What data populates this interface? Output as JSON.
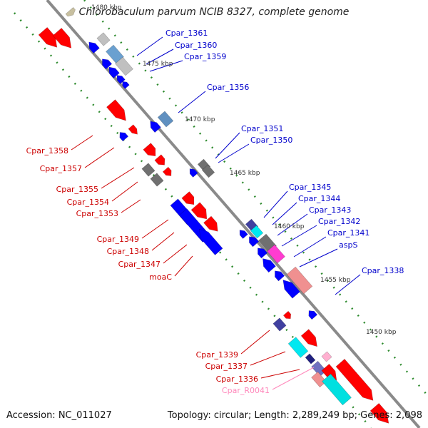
{
  "title": "Chlorobaculum parvum NCIB 8327, complete genome",
  "accession": "Accession: NC_011027",
  "summary": "Topology: circular; Length: 2,289,249 bp; Genes: 2,098",
  "colors": {
    "backbone": "#808080",
    "ruler": "#2e8b2e",
    "forward": "#ff0000",
    "reverse": "#0000ff",
    "rna": "#ff9ec0",
    "label_forward": "#cc0000",
    "label_reverse": "#0000cc",
    "label_rna": "#ff88bb"
  },
  "scale": {
    "markers": [
      "1450 kbp",
      "1455 kbp",
      "1460 kbp",
      "1465 kbp",
      "1470 kbp",
      "1475 kbp",
      "1480 kbp"
    ]
  },
  "genes_reverse": [
    "Cpar_1361",
    "Cpar_1360",
    "Cpar_1359",
    "Cpar_1356",
    "Cpar_1351",
    "Cpar_1350",
    "Cpar_1345",
    "Cpar_1344",
    "Cpar_1343",
    "Cpar_1342",
    "Cpar_1341",
    "aspS",
    "Cpar_1338"
  ],
  "genes_forward": [
    "Cpar_1358",
    "Cpar_1357",
    "Cpar_1355",
    "Cpar_1354",
    "Cpar_1353",
    "Cpar_1349",
    "Cpar_1348",
    "Cpar_1347",
    "moaC",
    "Cpar_1339",
    "Cpar_1337",
    "Cpar_1336"
  ],
  "genes_rna": [
    "Cpar_R0041"
  ]
}
